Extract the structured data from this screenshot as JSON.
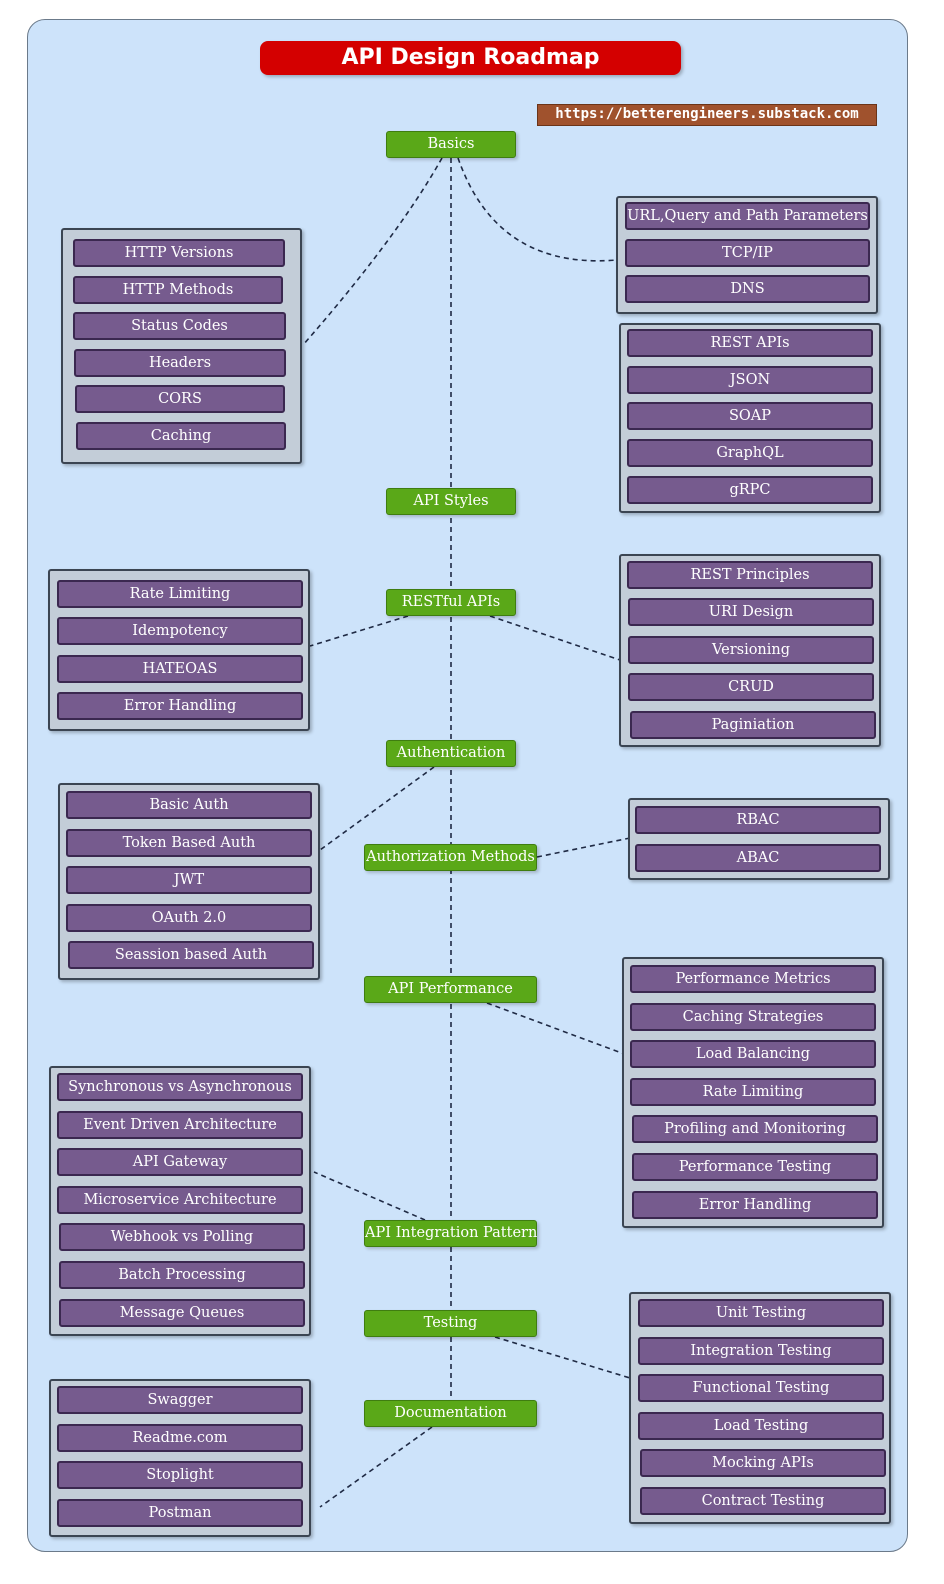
{
  "title": "API Design Roadmap",
  "url": "https://betterengineers.substack.com",
  "nodes": {
    "basics": "Basics",
    "api_styles": "API Styles",
    "restful_apis": "RESTful APIs",
    "authentication": "Authentication",
    "authorization_methods": "Authorization Methods",
    "api_performance": "API Performance",
    "api_integration_pattern": "API Integration Pattern",
    "testing": "Testing",
    "documentation": "Documentation"
  },
  "groups": {
    "http": [
      "HTTP Versions",
      "HTTP Methods",
      "Status Codes",
      "Headers",
      "CORS",
      "Caching"
    ],
    "network": [
      "URL,Query and Path Parameters",
      "TCP/IP",
      "DNS"
    ],
    "styles": [
      "REST APIs",
      "JSON",
      "SOAP",
      "GraphQL",
      "gRPC"
    ],
    "rest_left": [
      "Rate Limiting",
      "Idempotency",
      "HATEOAS",
      "Error Handling"
    ],
    "rest_right": [
      "REST Principles",
      "URI Design",
      "Versioning",
      "CRUD",
      "Paginiation"
    ],
    "auth": [
      "Basic Auth",
      "Token Based Auth",
      "JWT",
      "OAuth 2.0",
      "Seassion based Auth"
    ],
    "authz": [
      "RBAC",
      "ABAC"
    ],
    "performance": [
      "Performance Metrics",
      "Caching Strategies",
      "Load Balancing",
      "Rate Limiting",
      "Profiling and Monitoring",
      "Performance Testing",
      "Error Handling"
    ],
    "integration": [
      "Synchronous vs Asynchronous",
      "Event Driven Architecture",
      "API Gateway",
      "Microservice Architecture",
      "Webhook vs Polling",
      "Batch Processing",
      "Message Queues"
    ],
    "testing": [
      "Unit Testing",
      "Integration Testing",
      "Functional Testing",
      "Load Testing",
      "Mocking APIs",
      "Contract Testing"
    ],
    "docs": [
      "Swagger",
      "Readme.com",
      "Stoplight",
      "Postman"
    ]
  }
}
